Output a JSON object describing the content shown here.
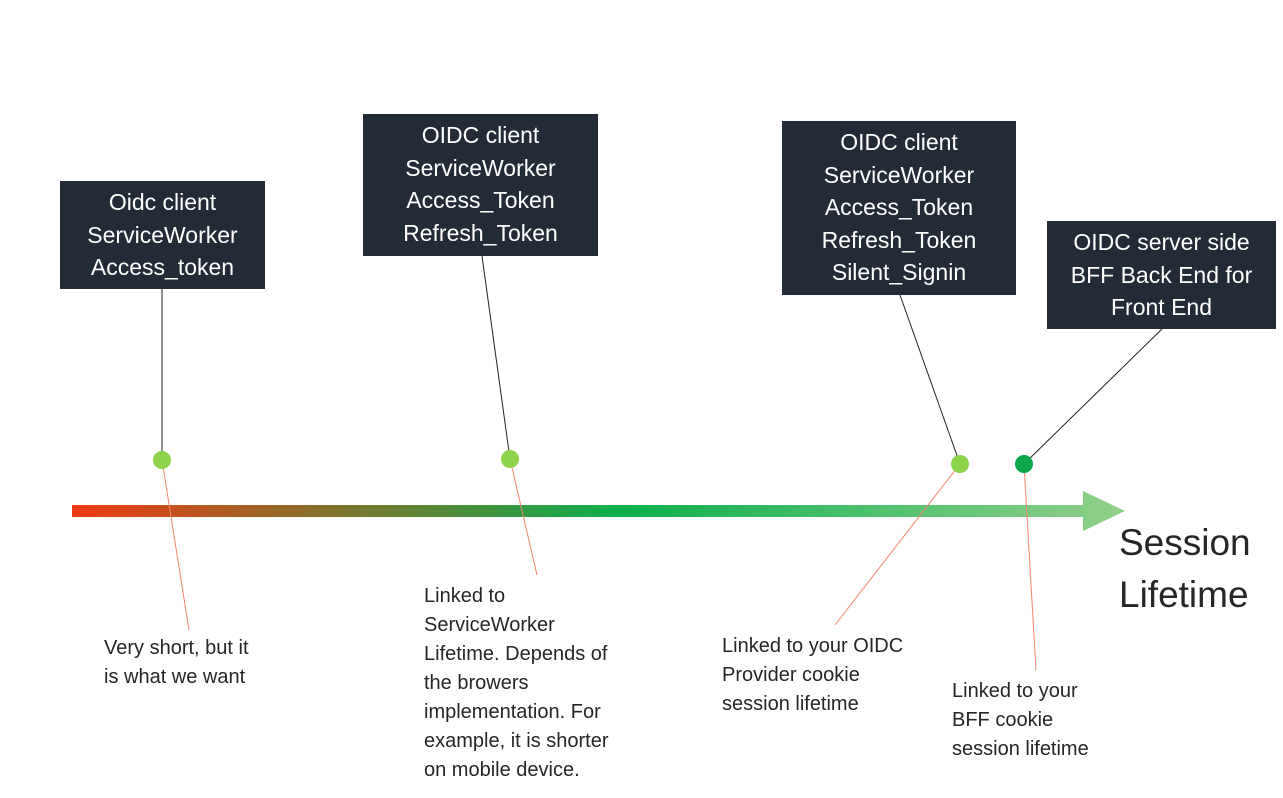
{
  "colors": {
    "box_bg": "#232c36",
    "box_text": "#ffffff",
    "arrow_start": "#ee3a12",
    "arrow_mid": "#0ab04c",
    "arrow_end": "#92d08a",
    "dot_light": "#8ed44a",
    "dot_dark": "#0aa84a",
    "callout_line_top": "#222222",
    "callout_line_bottom": "#f2866d"
  },
  "axis": {
    "title_line1": "Session",
    "title_line2": "Lifetime"
  },
  "boxes": [
    {
      "lines": [
        "Oidc client",
        "ServiceWorker",
        "Access_token"
      ]
    },
    {
      "lines": [
        "OIDC client",
        "ServiceWorker",
        "Access_Token",
        "Refresh_Token"
      ]
    },
    {
      "lines": [
        "OIDC client",
        "ServiceWorker",
        "Access_Token",
        "Refresh_Token",
        "Silent_Signin"
      ]
    },
    {
      "lines": [
        "OIDC server side",
        "BFF Back End for",
        "Front End"
      ]
    }
  ],
  "notes": [
    {
      "lines": [
        "Very short, but it",
        "is what we want"
      ]
    },
    {
      "lines": [
        "Linked to",
        "ServiceWorker",
        "Lifetime. Depends of",
        "the browers",
        "implementation. For",
        "example, it is shorter",
        "on mobile device."
      ]
    },
    {
      "lines": [
        "Linked to your OIDC",
        "Provider cookie",
        "session lifetime"
      ]
    },
    {
      "lines": [
        "Linked to your",
        "BFF cookie",
        "session lifetime"
      ]
    }
  ]
}
